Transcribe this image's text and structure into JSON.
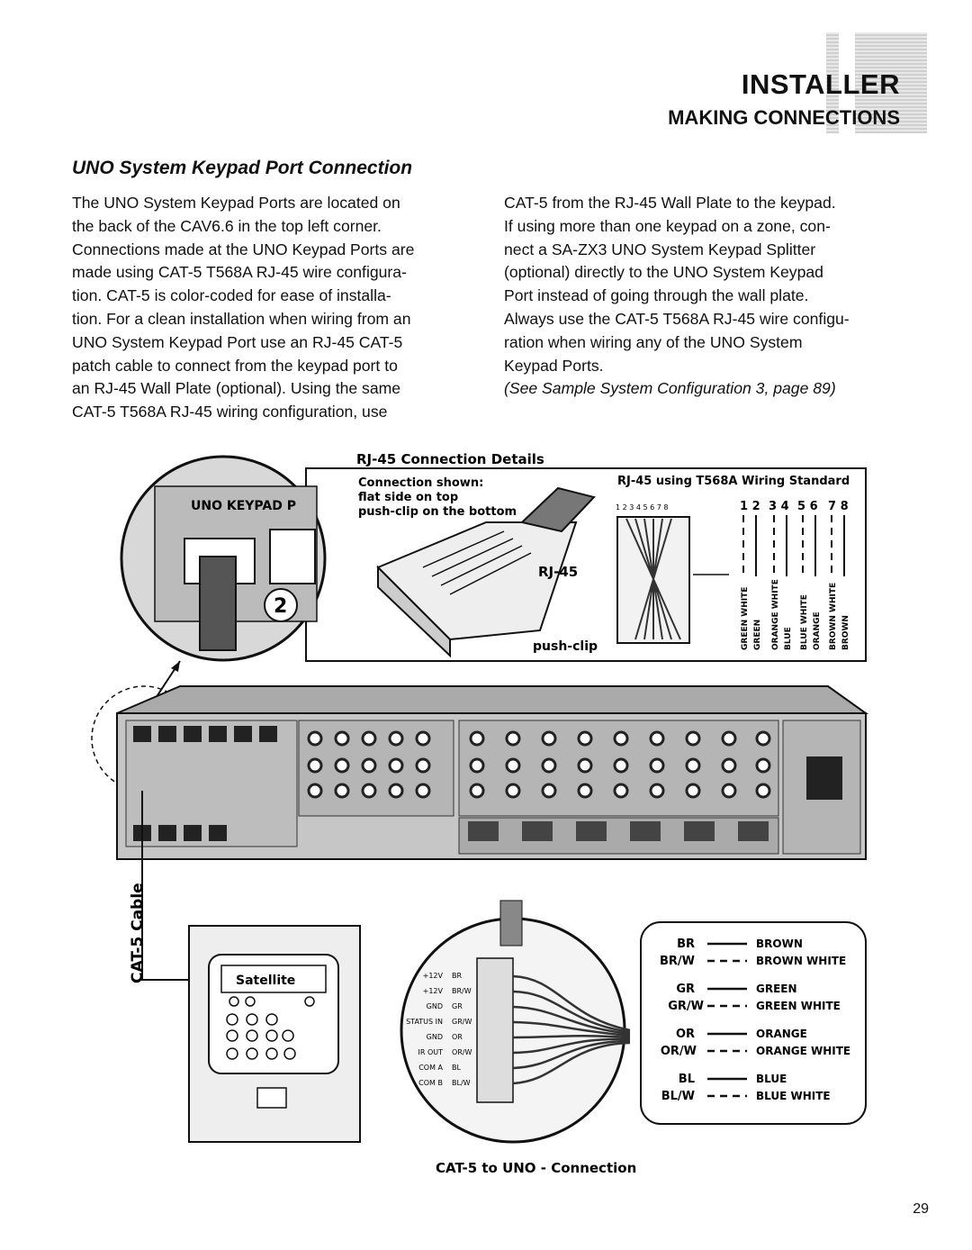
{
  "header": {
    "section": "INSTALLER",
    "subsection": "MAKING CONNECTIONS"
  },
  "article": {
    "title": "UNO System Keypad Port Connection",
    "left_lines": [
      "The UNO System Keypad Ports are located on",
      "the back of the CAV6.6 in the top left corner.",
      "Connections made at the UNO Keypad Ports are",
      "made using CAT-5 T568A RJ-45 wire configura-",
      "tion. CAT-5 is color-coded for ease of installa-",
      "tion. For a clean installation when wiring from an",
      "UNO System Keypad Port use an RJ-45 CAT-5",
      "patch cable to connect from the keypad port to",
      "an RJ-45 Wall Plate (optional). Using the same",
      "CAT-5 T568A RJ-45 wiring configuration, use"
    ],
    "right_lines": [
      "CAT-5 from the RJ-45 Wall Plate to the keypad.",
      "If using more than one keypad on a zone, con-",
      "nect a SA-ZX3 UNO System Keypad Splitter",
      "(optional) directly to the UNO System Keypad",
      "Port instead of going through the wall plate.",
      "Always use the CAT-5 T568A RJ-45 wire configu-",
      "ration when wiring any of the UNO System",
      "Keypad Ports."
    ],
    "reference": "(See Sample System Configuration 3, page 89)"
  },
  "figure": {
    "rj45_title": "RJ-45 Connection Details",
    "connection_shown": "Connection shown:",
    "flat_side": "flat side on top",
    "push_clip_bottom": "push-clip on the bottom",
    "standard": "RJ-45 using T568A Wiring Standard",
    "pin_numbers": "1 2 3 4 5 6 7 8",
    "pin_pairs": [
      "1 2",
      "3 4",
      "5 6",
      "7 8"
    ],
    "rj45_label": "RJ-45",
    "push_clip": "push-clip",
    "wire_colors": [
      "GREEN WHITE",
      "GREEN",
      "ORANGE WHITE",
      "BLUE",
      "BLUE WHITE",
      "ORANGE",
      "BROWN WHITE",
      "BROWN"
    ],
    "keypad_port_label": "UNO KEYPAD P",
    "zone_number": "2",
    "cable_label": "CAT-5 Cable",
    "keypad_screen": "Satellite",
    "bottom_caption": "CAT-5 to UNO - Connection",
    "terminal_labels": [
      "+12V",
      "+12V",
      "GND",
      "STATUS IN",
      "GND",
      "IR OUT",
      "COM A",
      "COM B"
    ],
    "terminal_codes": [
      "BR",
      "BR/W",
      "GR",
      "GR/W",
      "OR",
      "OR/W",
      "BL",
      "BL/W"
    ],
    "legend": [
      {
        "code": "BR",
        "name": "BROWN",
        "dashed": false
      },
      {
        "code": "BR/W",
        "name": "BROWN WHITE",
        "dashed": true
      },
      {
        "code": "GR",
        "name": "GREEN",
        "dashed": false
      },
      {
        "code": "GR/W",
        "name": "GREEN WHITE",
        "dashed": true
      },
      {
        "code": "OR",
        "name": "ORANGE",
        "dashed": false
      },
      {
        "code": "OR/W",
        "name": "ORANGE WHITE",
        "dashed": true
      },
      {
        "code": "BL",
        "name": "BLUE",
        "dashed": false
      },
      {
        "code": "BL/W",
        "name": "BLUE WHITE",
        "dashed": true
      }
    ]
  },
  "page_number": "29"
}
